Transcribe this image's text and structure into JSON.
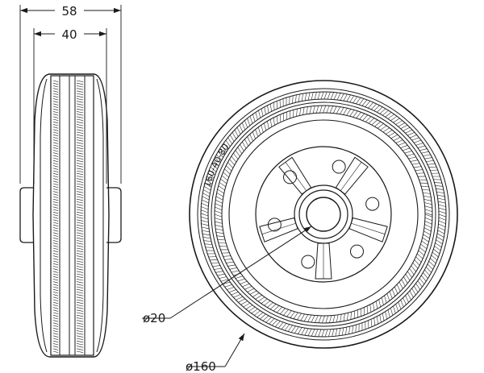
{
  "drawing": {
    "side_view": {
      "overall_width_label": "58",
      "tread_width_label": "40"
    },
    "front_view": {
      "tyre_marking": "160-40-80",
      "bore_label": "ø20",
      "outer_diameter_label": "ø160",
      "spoke_count": 5,
      "bolt_hole_count": 6
    },
    "colors": {
      "line": "#1a1a1a",
      "background": "#ffffff"
    }
  }
}
